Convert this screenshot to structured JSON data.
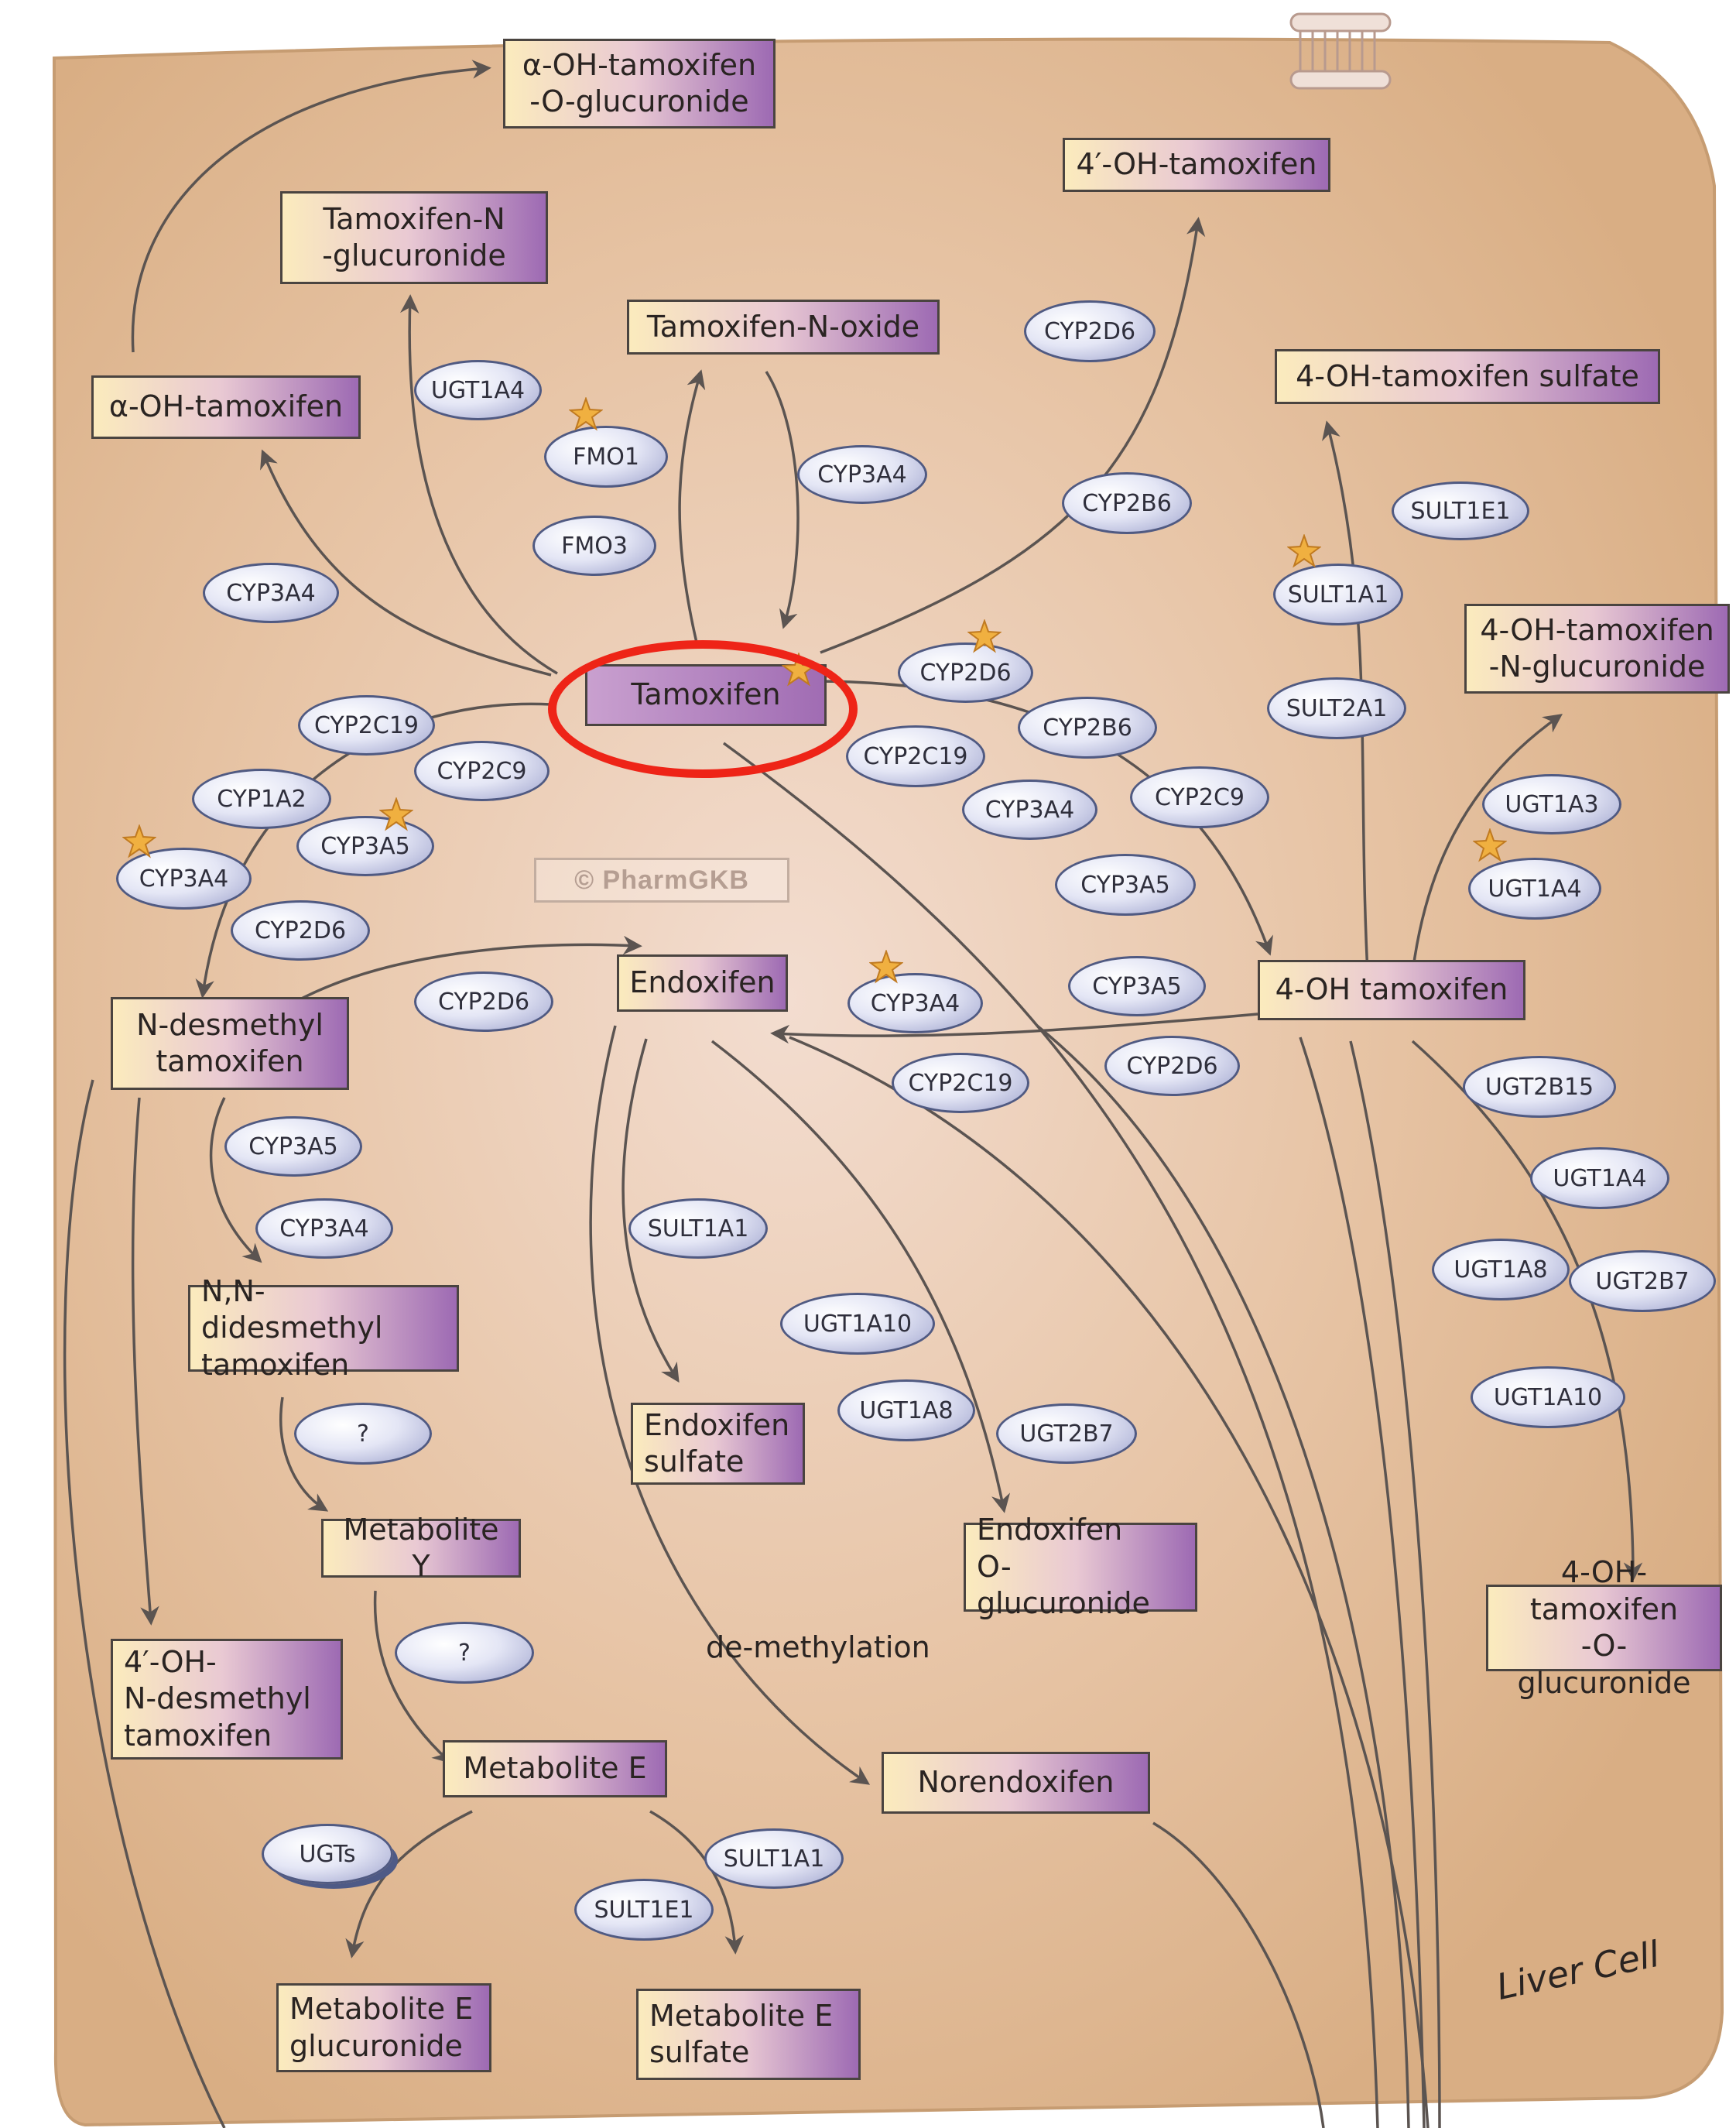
{
  "colors": {
    "cell_fill": "#d9ae84",
    "cell_center": "#f3ddd0",
    "arrow": "#5b5451",
    "highlight_ring": "#ee2417",
    "star": "#f0b040"
  },
  "metabolites": {
    "aoh_tam_gluc": "α-OH-tamoxifen\n-O-glucuronide",
    "oh4p_tam": "4′-OH-tamoxifen",
    "tam_n_gluc": "Tamoxifen-N\n-glucuronide",
    "tam_n_oxide": "Tamoxifen-N-oxide",
    "oh4_tam_sulfate": "4-OH-tamoxifen sulfate",
    "aoh_tam": "α-OH-tamoxifen",
    "oh4_tam_n_gluc": "4-OH-tamoxifen\n-N-glucuronide",
    "tamoxifen": "Tamoxifen",
    "endoxifen": "Endoxifen",
    "oh4_tam": "4-OH tamoxifen",
    "n_desmethyl": "N-desmethyl\ntamoxifen",
    "nn_didesmethyl": "N,N-didesmethyl\ntamoxifen",
    "endoxifen_sulfate": "Endoxifen\nsulfate",
    "metabolite_y": "Metabolite Y",
    "endoxifen_o_gluc": "Endoxifen\nO-glucuronide",
    "oh4_tam_o_gluc": "4-OH-tamoxifen\n-O-glucuronide",
    "oh4p_n_desmethyl": "4′-OH-\nN-desmethyl\ntamoxifen",
    "metabolite_e": "Metabolite E",
    "norendoxifen": "Norendoxifen",
    "metabolite_e_gluc": "Metabolite E\nglucuronide",
    "metabolite_e_sulfate": "Metabolite E\nsulfate"
  },
  "enzymes": {
    "e1": "UGT1A4",
    "e2": "FMO1",
    "e3": "FMO3",
    "e4": "CYP3A4",
    "e5": "CYP2D6",
    "e6": "CYP2B6",
    "e7": "CYP3A4",
    "e8": "SULT1E1",
    "e9": "SULT1A1",
    "e10": "CYP2D6",
    "e11": "SULT2A1",
    "e12": "CYP2C19",
    "e13": "CYP2C9",
    "e14": "CYP1A2",
    "e15": "CYP3A5",
    "e16": "CYP3A4",
    "e17": "CYP2D6",
    "e18": "CYP2B6",
    "e19": "CYP2C19",
    "e20": "CYP3A4",
    "e21": "CYP2C9",
    "e22": "UGT1A3",
    "e23": "CYP3A5",
    "e24": "UGT1A4",
    "e25": "CYP2D6",
    "e26": "CYP3A4",
    "e27": "CYP3A5",
    "e28": "CYP2C19",
    "e29": "CYP2D6",
    "e30": "UGT2B15",
    "e31": "CYP3A5",
    "e32": "UGT1A4",
    "e33": "CYP3A4",
    "e34": "SULT1A1",
    "e35": "UGT1A8",
    "e36": "UGT2B7",
    "e37": "UGT1A10",
    "e38": "?",
    "e39": "UGT1A8",
    "e40": "UGT2B7",
    "e41": "UGT1A10",
    "e42": "?",
    "e43": "UGTs",
    "e44": "SULT1A1",
    "e45": "SULT1E1"
  },
  "labels": {
    "credit": "© PharmGKB",
    "demethylation": "de-methylation",
    "liver_cell": "Liver Cell"
  }
}
